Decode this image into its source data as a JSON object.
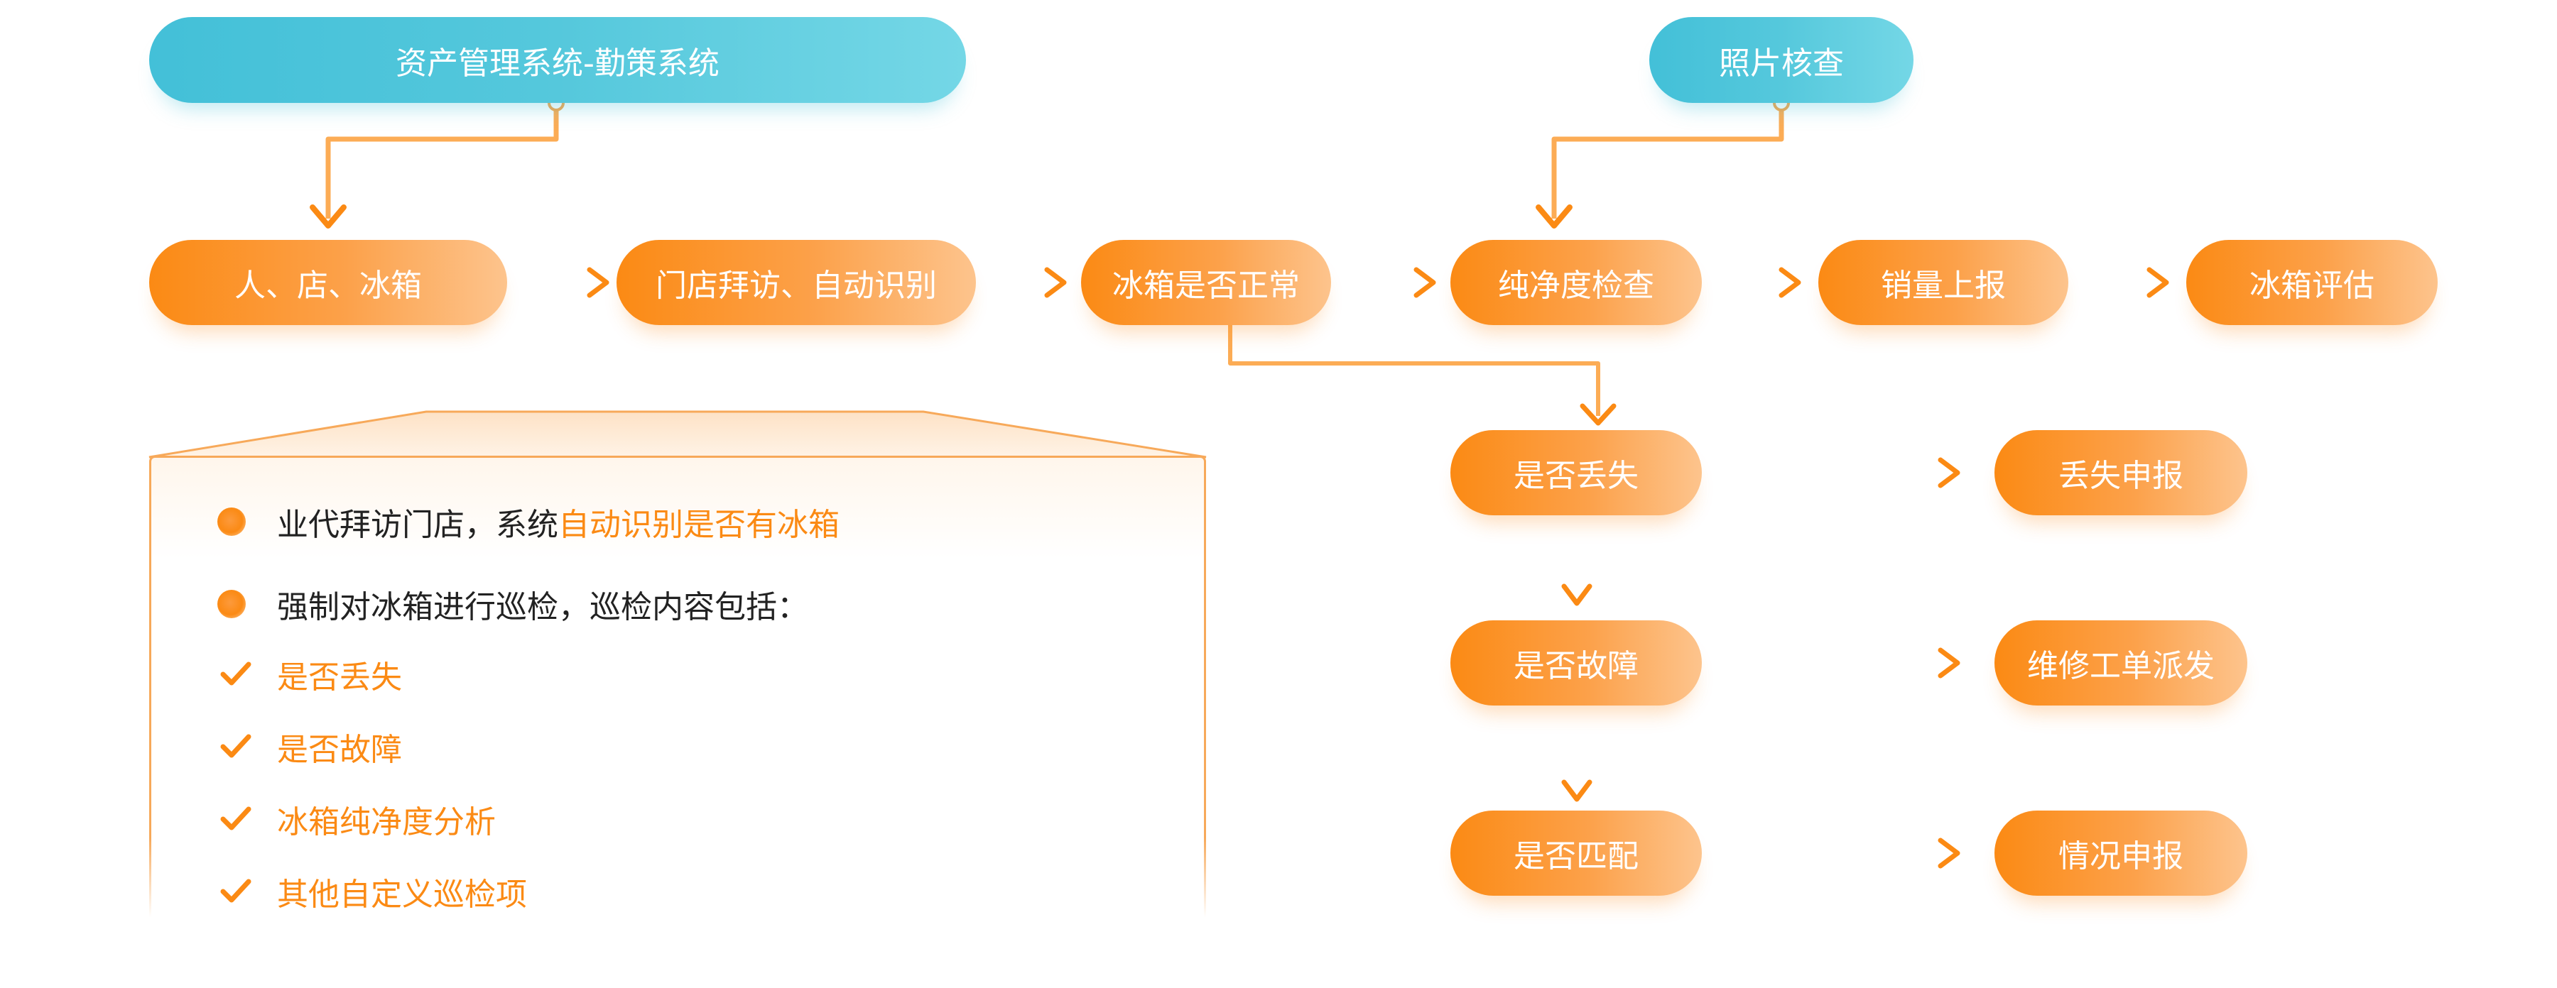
{
  "colors": {
    "orange": "#fb8a14",
    "blue": "#43c0d8",
    "text_dark": "#222222",
    "white": "#ffffff"
  },
  "top_nodes": {
    "asset_system": "资产管理系统-勤策系统",
    "photo_check": "照片核查"
  },
  "main_flow": [
    "人、店、冰箱",
    "门店拜访、自动识别",
    "冰箱是否正常",
    "纯净度检查",
    "销量上报",
    "冰箱评估"
  ],
  "checks": [
    "是否丢失",
    "是否故障",
    "是否匹配"
  ],
  "outcomes": [
    "丢失申报",
    "维修工单派发",
    "情况申报"
  ],
  "panel": {
    "line1_prefix": "业代拜访门店，系统",
    "line1_highlight": "自动识别是否有冰箱",
    "line2": "强制对冰箱进行巡检，巡检内容包括：",
    "check_items": [
      "是否丢失",
      "是否故障",
      "冰箱纯净度分析",
      "其他自定义巡检项"
    ],
    "icons": {
      "bullet": "orange-dot-icon",
      "check": "checkmark-icon"
    }
  }
}
